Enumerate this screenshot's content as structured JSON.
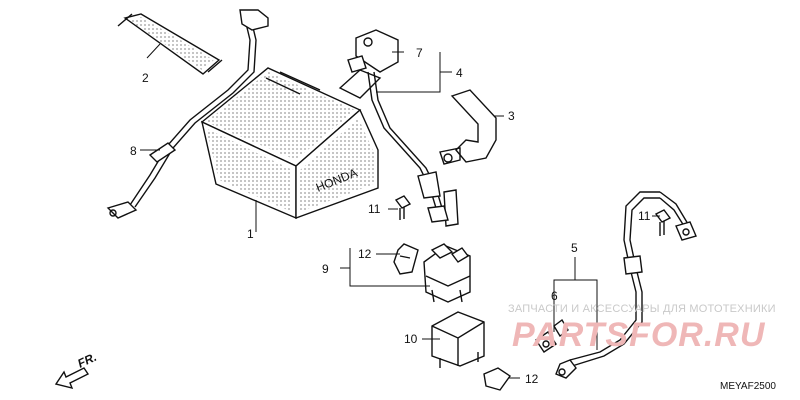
{
  "diagram": {
    "part_numbers": [
      "1",
      "2",
      "3",
      "4",
      "5",
      "6",
      "7",
      "8",
      "9",
      "10",
      "11",
      "11",
      "12",
      "12"
    ],
    "direction_label": "FR.",
    "diagram_code": "MEYAF2500",
    "battery_brand_text": "HONDA"
  },
  "watermark": {
    "caption": "ЗАПЧАСТИ И АКСЕССУАРЫ ДЛЯ МОТОТЕХНИКИ",
    "logo": "PARTSFOR.RU"
  },
  "colors": {
    "line": "#111111",
    "watermark_red": "#efb7b7",
    "watermark_grey": "#c9c9c9"
  }
}
